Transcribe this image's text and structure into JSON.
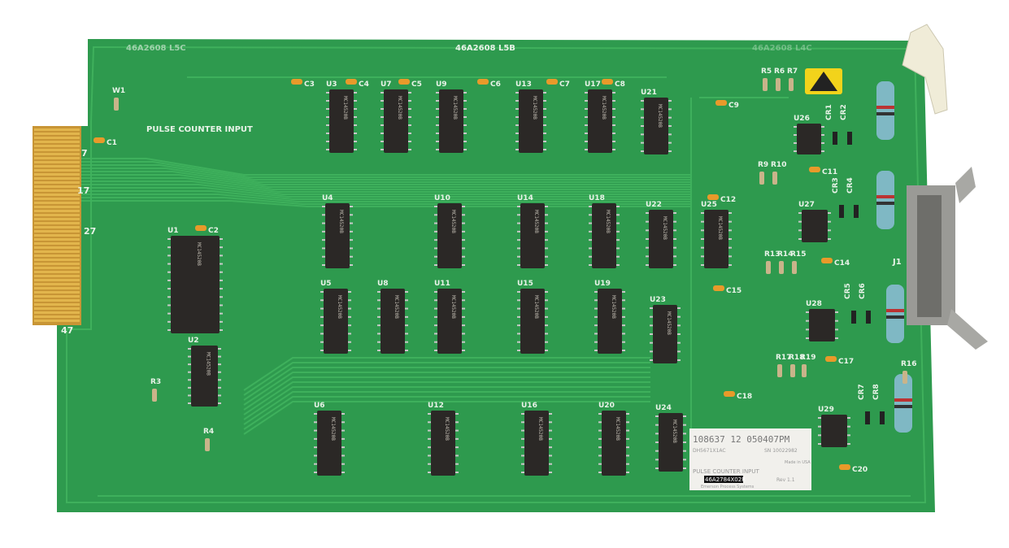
{
  "board": {
    "part_top_left": "46A2608 L5C",
    "part_top_center": "46A2608 L5B",
    "part_top_right": "46A2608 L4C",
    "title": "PULSE COUNTER INPUT",
    "pin_labels": [
      "7",
      "17",
      "27",
      "47"
    ],
    "colors": {
      "pcb": "#2e9a4e",
      "trace": "#3fb05c",
      "gold": "#d3a23a",
      "chip": "#2b2826",
      "esd": "#f2d31b"
    }
  },
  "chips": {
    "labels": [
      "U1",
      "U2",
      "U3",
      "U4",
      "U5",
      "U6",
      "U7",
      "U8",
      "U9",
      "U10",
      "U11",
      "U12",
      "U13",
      "U14",
      "U15",
      "U16",
      "U17",
      "U18",
      "U19",
      "U20",
      "U21",
      "U22",
      "U23",
      "U24",
      "U25",
      "U26",
      "U27",
      "U28",
      "U29"
    ],
    "marking": "MC14520B"
  },
  "passives": {
    "capacitors": [
      "C1",
      "C2",
      "C3",
      "C4",
      "C5",
      "C6",
      "C7",
      "C8",
      "C9",
      "C11",
      "C12",
      "C14",
      "C15",
      "C17",
      "C18",
      "C20"
    ],
    "resistors": [
      "W1",
      "R3",
      "R4",
      "R5",
      "R6",
      "R7",
      "R9",
      "R10",
      "R13",
      "R14",
      "R15",
      "R16",
      "R17",
      "R18",
      "R19"
    ],
    "diodes": [
      "CR1",
      "CR2",
      "CR3",
      "CR4",
      "CR5",
      "CR6",
      "CR7",
      "CR8"
    ],
    "connector": "J1"
  },
  "sticker": {
    "line1": "108637 12  050407PM",
    "line2": "DH5671X1AC",
    "serial": "SN 10022982",
    "origin": "Made in USA",
    "desc": "PULSE COUNTER INPUT",
    "part": "46A2784X02R",
    "rev": "Rev 1.1",
    "maker": "Emerson Process Systems"
  }
}
